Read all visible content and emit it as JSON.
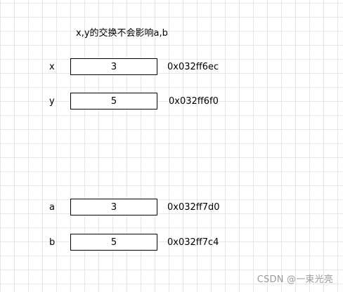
{
  "title": "x,y的交换不会影响a,b",
  "variables": [
    {
      "name": "x",
      "value": "3",
      "address": "0x032ff6ec"
    },
    {
      "name": "y",
      "value": "5",
      "address": "0x032ff6f0"
    },
    {
      "name": "a",
      "value": "3",
      "address": "0x032ff7d0"
    },
    {
      "name": "b",
      "value": "5",
      "address": "0x032ff7c4"
    }
  ],
  "watermark": "CSDN @一束光亮"
}
